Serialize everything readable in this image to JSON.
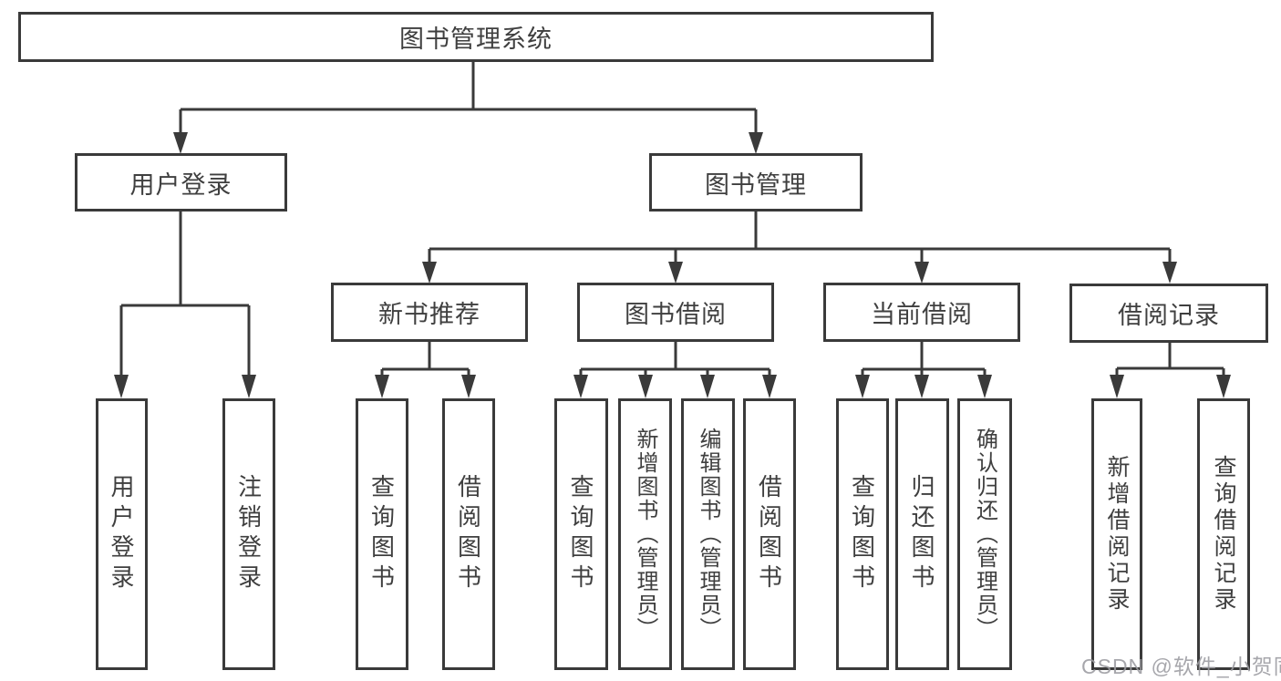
{
  "diagram_title": "图书管理系统",
  "tree": {
    "label": "图书管理系统",
    "children": [
      {
        "label": "用户登录",
        "children": [
          {
            "label": "用户登录"
          },
          {
            "label": "注销登录"
          }
        ]
      },
      {
        "label": "图书管理",
        "children": [
          {
            "label": "新书推荐",
            "children": [
              {
                "label": "查询图书"
              },
              {
                "label": "借阅图书"
              }
            ]
          },
          {
            "label": "图书借阅",
            "children": [
              {
                "label": "查询图书"
              },
              {
                "label": "新增图书（管理员）"
              },
              {
                "label": "编辑图书（管理员）"
              },
              {
                "label": "借阅图书"
              }
            ]
          },
          {
            "label": "当前借阅",
            "children": [
              {
                "label": "查询图书"
              },
              {
                "label": "归还图书"
              },
              {
                "label": "确认归还（管理员）"
              }
            ]
          },
          {
            "label": "借阅记录",
            "children": [
              {
                "label": "新增借阅记录"
              },
              {
                "label": "查询借阅记录"
              }
            ]
          }
        ]
      }
    ]
  },
  "watermark": {
    "text": "CSDN @软件_小贺同学"
  },
  "colors": {
    "line": "#3a3a3a",
    "border": "#3a3a3a",
    "text": "#3f3f3f",
    "background": "#ffffff",
    "watermark": "#9c9ca1"
  }
}
